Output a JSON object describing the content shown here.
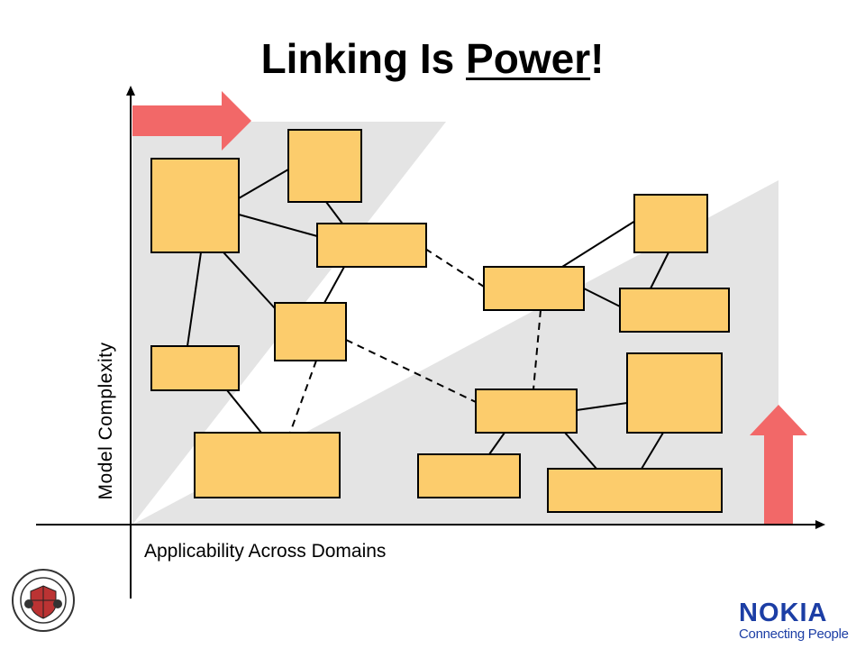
{
  "title": {
    "before": "Linking Is ",
    "emphasis": "Power",
    "after": "!"
  },
  "axes": {
    "y_label": "Model Complexity",
    "x_label": "Applicability Across Domains"
  },
  "colors": {
    "box_fill": "#FCCC6C",
    "box_stroke": "#000000",
    "arrow": "#F26868",
    "region": "#E4E4E4"
  },
  "logos": {
    "left": "university-seal",
    "right_word": "NOKIA",
    "right_tagline": "Connecting People"
  }
}
